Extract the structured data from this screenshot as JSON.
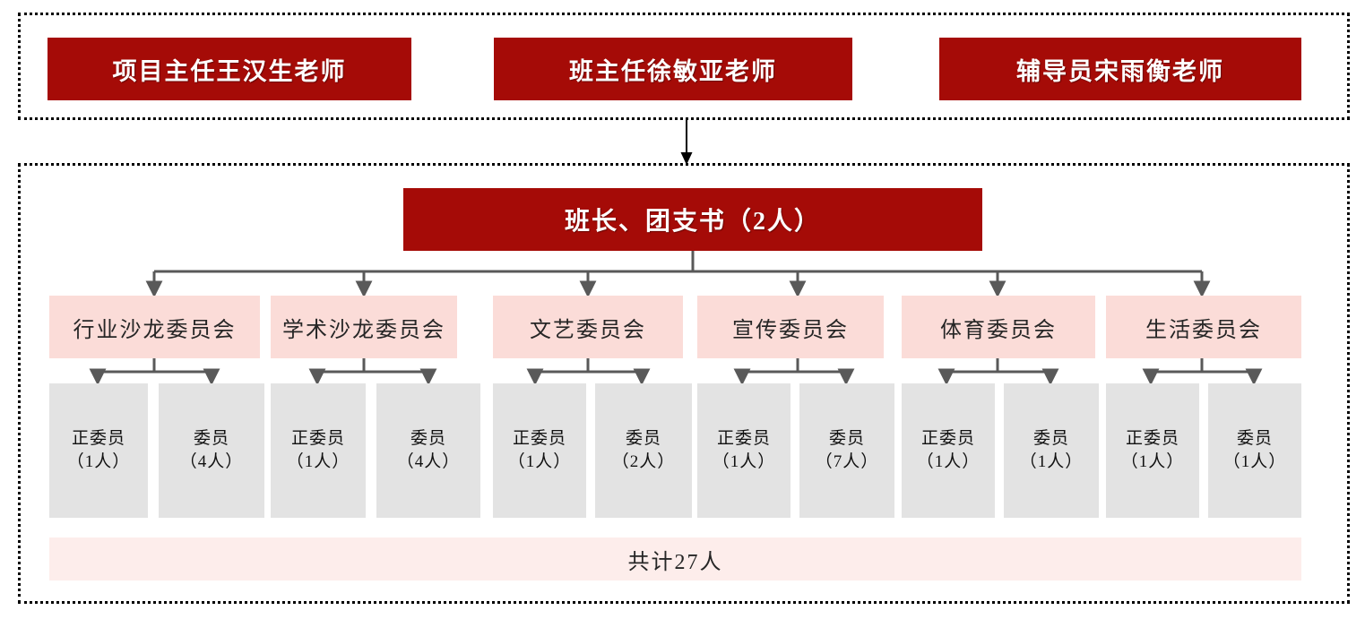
{
  "diagram": {
    "title_implicit": "班级组织架构图",
    "colors": {
      "accent_red": "#A50B07",
      "committee_pink": "#FBDCD8",
      "member_gray": "#E3E3E3",
      "total_pink": "#FDEDEB",
      "connector_gray": "#595959",
      "border_black": "#000000"
    }
  },
  "faculty": {
    "items": [
      {
        "label": "项目主任王汉生老师"
      },
      {
        "label": "班主任徐敏亚老师"
      },
      {
        "label": "辅导员宋雨衡老师"
      }
    ]
  },
  "leader": {
    "label": "班长、团支书（2人）"
  },
  "committees": [
    {
      "name": "行业沙龙委员会",
      "members": [
        {
          "role": "正委员",
          "count": "（1人）"
        },
        {
          "role": "委员",
          "count": "（4人）"
        }
      ]
    },
    {
      "name": "学术沙龙委员会",
      "members": [
        {
          "role": "正委员",
          "count": "（1人）"
        },
        {
          "role": "委员",
          "count": "（4人）"
        }
      ]
    },
    {
      "name": "文艺委员会",
      "members": [
        {
          "role": "正委员",
          "count": "（1人）"
        },
        {
          "role": "委员",
          "count": "（2人）"
        }
      ]
    },
    {
      "name": "宣传委员会",
      "members": [
        {
          "role": "正委员",
          "count": "（1人）"
        },
        {
          "role": "委员",
          "count": "（7人）"
        }
      ]
    },
    {
      "name": "体育委员会",
      "members": [
        {
          "role": "正委员",
          "count": "（1人）"
        },
        {
          "role": "委员",
          "count": "（1人）"
        }
      ]
    },
    {
      "name": "生活委员会",
      "members": [
        {
          "role": "正委员",
          "count": "（1人）"
        },
        {
          "role": "委员",
          "count": "（1人）"
        }
      ]
    }
  ],
  "total": {
    "label": "共计27人"
  }
}
